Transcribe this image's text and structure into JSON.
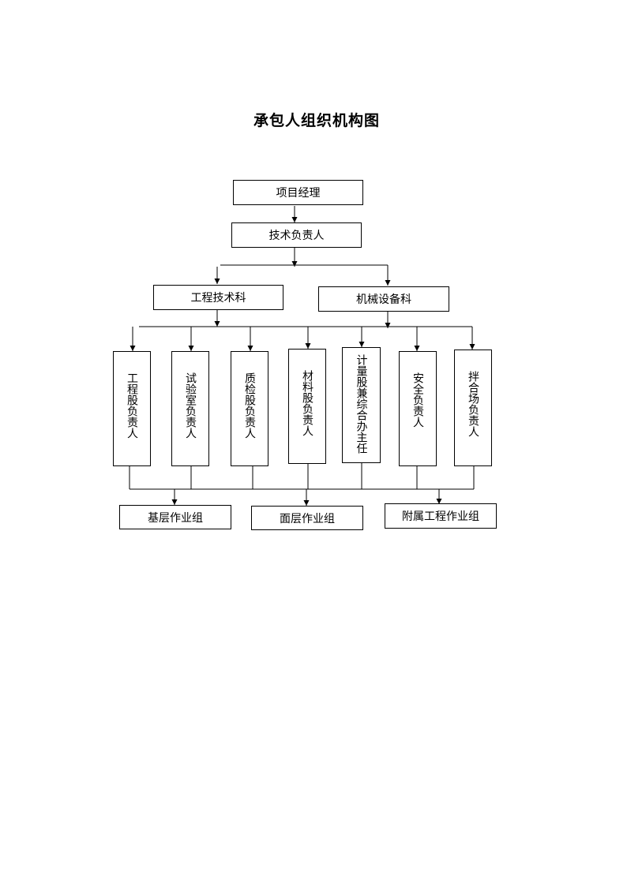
{
  "title": "承包人组织机构图",
  "nodes": {
    "project_manager": "项目经理",
    "technical_lead": "技术负责人",
    "engineering_tech_dept": "工程技术科",
    "machinery_dept": "机械设备科",
    "departments": [
      "工程股负责人",
      "试验室负责人",
      "质检股负责人",
      "材料股负责人",
      "计量股兼综合办主任",
      "安全负责人",
      "拌合场负责人"
    ],
    "work_groups": [
      "基层作业组",
      "面层作业组",
      "附属工程作业组"
    ]
  }
}
